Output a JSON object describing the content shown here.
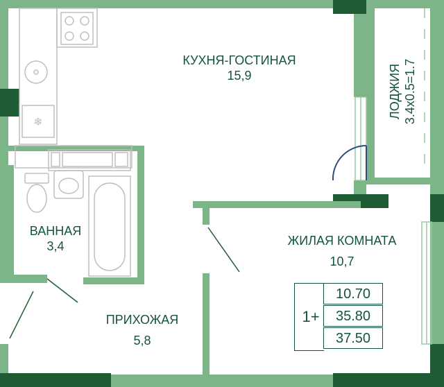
{
  "colors": {
    "wall": "#7cb587",
    "wall_dark": "#1f5c33",
    "line": "#bfbfbf",
    "door": "#2b4c7e",
    "text": "#15543a"
  },
  "rooms": {
    "kitchen": {
      "name": "КУХНЯ-ГОСТИНАЯ",
      "area": "15,9"
    },
    "loggia": {
      "name": "ЛОДЖИЯ",
      "area": "3.4х0.5=1.7"
    },
    "bathroom": {
      "name": "ВАННАЯ",
      "area": "3,4"
    },
    "living": {
      "name": "ЖИЛАЯ КОМНАТА",
      "area": "10,7"
    },
    "hall": {
      "name": "ПРИХОЖАЯ",
      "area": "5,8"
    }
  },
  "summary": {
    "rooms": "1+",
    "living_area": "10.70",
    "total_area": "35.80",
    "total_with_loggia": "37.50"
  },
  "fixtures": [
    "stove-icon",
    "sink-icon",
    "washer-icon",
    "toilet-icon",
    "bathtub-icon",
    "washbasin-icon"
  ]
}
